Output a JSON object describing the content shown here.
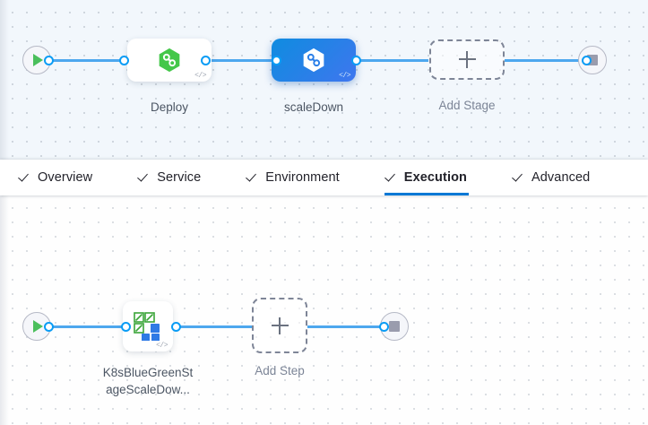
{
  "stage_canvas": {
    "start_node": {
      "icon": "play-icon"
    },
    "end_node": {
      "icon": "stop-square-icon"
    },
    "nodes": [
      {
        "id": "deploy",
        "label": "Deploy",
        "icon": "harness-hexagon-green-icon",
        "badge": "</>",
        "selected": false
      },
      {
        "id": "scaleDown",
        "label": "scaleDown",
        "icon": "harness-hexagon-white-icon",
        "badge": "</>",
        "selected": true
      }
    ],
    "add_stage": {
      "label": "Add Stage",
      "icon": "plus-icon"
    }
  },
  "tabs": {
    "items": [
      {
        "id": "overview",
        "label": "Overview",
        "icon": "check-icon",
        "active": false
      },
      {
        "id": "service",
        "label": "Service",
        "icon": "check-icon",
        "active": false
      },
      {
        "id": "environment",
        "label": "Environment",
        "icon": "check-icon",
        "active": false
      },
      {
        "id": "execution",
        "label": "Execution",
        "icon": "check-icon",
        "active": true
      },
      {
        "id": "advanced",
        "label": "Advanced",
        "icon": "check-icon",
        "active": false
      }
    ],
    "active_underline_color": "#0278d5"
  },
  "step_canvas": {
    "start_node": {
      "icon": "play-icon"
    },
    "end_node": {
      "icon": "stop-square-icon"
    },
    "steps": [
      {
        "id": "k8sBlueGreenStageScaleDown",
        "label_line1": "K8sBlueGreenSt",
        "label_line2": "ageScaleDow...",
        "icon": "k8s-scale-down-grid-icon",
        "badge": "</>"
      }
    ],
    "add_step": {
      "label": "Add Step",
      "icon": "plus-icon"
    }
  },
  "colors": {
    "edge": "#4da7ee",
    "port_stroke": "#0a9cf5",
    "selected_node_start": "#0f8ce0",
    "selected_node_end": "#3f76ef",
    "harness_green": "#4bbf5c",
    "icon_green": "#3aa538",
    "icon_blue": "#2f7ae5",
    "stage_canvas_bg": "#f2f7fc",
    "step_canvas_bg": "#fefefe"
  }
}
